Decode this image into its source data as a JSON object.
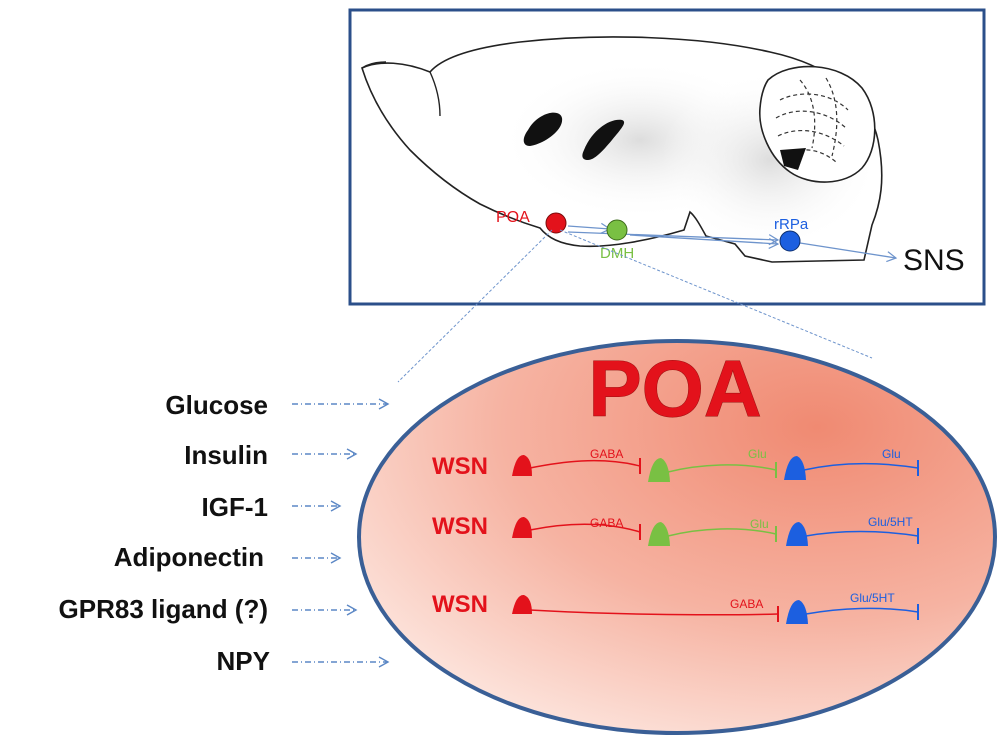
{
  "brain": {
    "labels": {
      "poa": "POA",
      "dmh": "DMH",
      "rrpa": "rRPa",
      "sns": "SNS"
    },
    "colors": {
      "poa": "#e3121b",
      "dmh": "#79c043",
      "rrpa": "#1c5fe0"
    }
  },
  "poa_region": {
    "title": "POA",
    "circuits": [
      {
        "wsn": "WSN",
        "syn1": "GABA",
        "syn2": "Glu",
        "syn3": "Glu"
      },
      {
        "wsn": "WSN",
        "syn1": "GABA",
        "syn2": "Glu",
        "syn3": "Glu/5HT"
      },
      {
        "wsn": "WSN",
        "syn1": "GABA",
        "syn3": "Glu/5HT"
      }
    ]
  },
  "factors": [
    "Glucose",
    "Insulin",
    "IGF-1",
    "Adiponectin",
    "GPR83 ligand (?)",
    "NPY"
  ],
  "colors": {
    "red": "#e3121b",
    "green": "#79c043",
    "blue": "#1c5fe0",
    "frame": "#2b4f8a",
    "arrow": "#5b87c5",
    "ellipse_border": "#3a5f96"
  }
}
